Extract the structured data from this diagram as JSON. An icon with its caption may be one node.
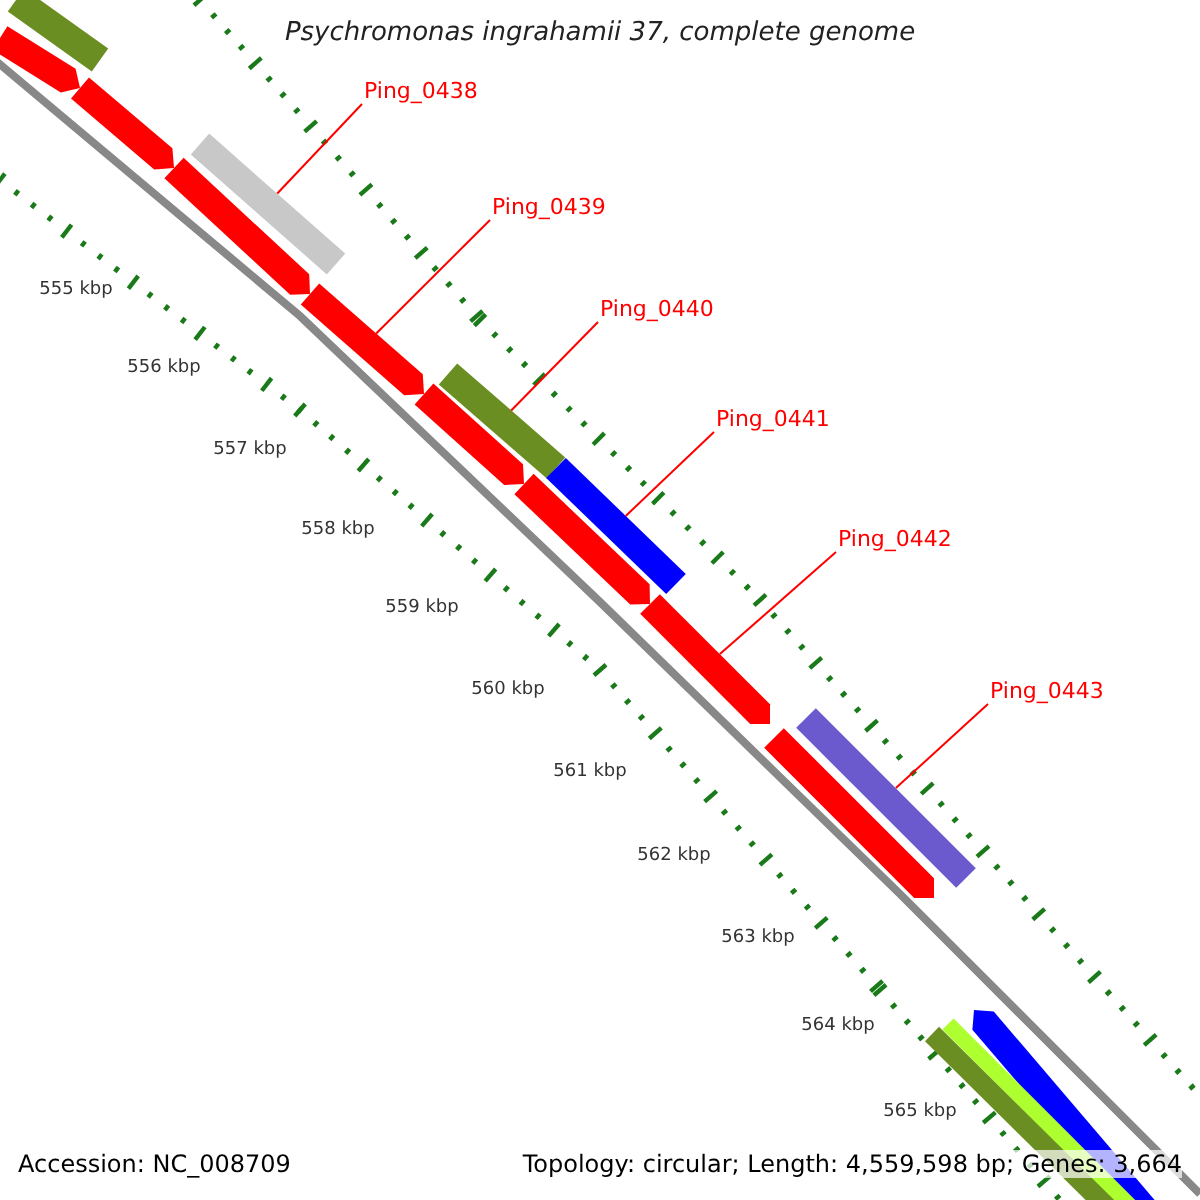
{
  "diagram": {
    "title": "Psychromonas ingrahamii 37, complete genome",
    "nodes": [
      {
        "text": [
          "Ping_0438"
        ]
      },
      {
        "text": [
          "Ping_0439"
        ]
      },
      {
        "text": [
          "Ping_0440"
        ]
      },
      {
        "text": [
          "Ping_0441"
        ]
      },
      {
        "text": [
          "Ping_0442"
        ]
      },
      {
        "text": [
          "Ping_0443"
        ]
      },
      {
        "text": [],
        "shape": "bar"
      },
      {
        "text": [],
        "shape": "bar"
      },
      {
        "text": [],
        "shape": "bar"
      },
      {
        "text": [],
        "shape": "bar"
      },
      {
        "text": [],
        "shape": "bar"
      },
      {
        "text": [],
        "shape": "bar"
      },
      {
        "text": [],
        "shape": "bar"
      },
      {
        "text": [],
        "shape": "bar"
      },
      {
        "text": [],
        "shape": "bar"
      },
      {
        "text": [],
        "shape": "bar"
      },
      {
        "text": [],
        "shape": "bar"
      },
      {
        "text": [],
        "shape": "bar"
      },
      {
        "text": [],
        "shape": "bar"
      },
      {
        "text": [],
        "shape": "bar"
      },
      {
        "text": [],
        "shape": "bar"
      },
      {
        "text": [],
        "shape": "bar"
      }
    ],
    "edges": [
      {
        "from": 0,
        "to": 9,
        "arrow": "none"
      },
      {
        "from": 1,
        "to": 11,
        "arrow": "none"
      },
      {
        "from": 2,
        "to": 12,
        "arrow": "none"
      },
      {
        "from": 3,
        "to": 14,
        "arrow": "none"
      },
      {
        "from": 4,
        "to": 16,
        "arrow": "none"
      },
      {
        "from": 5,
        "to": 17,
        "arrow": "none"
      }
    ],
    "labels": [
      "555 kbp",
      "556 kbp",
      "557 kbp",
      "558 kbp",
      "559 kbp",
      "560 kbp",
      "561 kbp",
      "562 kbp",
      "563 kbp",
      "564 kbp",
      "565 kbp",
      "Accession: NC_008709",
      "Topology: circular; Length: 4,559,598 bp; Genes: 3,664"
    ]
  }
}
